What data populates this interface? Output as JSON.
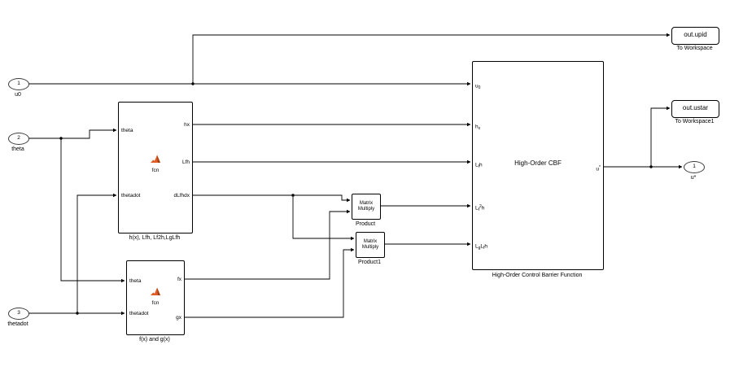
{
  "colors": {
    "background": "#ffffff",
    "wire": "#000000",
    "block_border": "#000000",
    "matlab_icon": "#df5c24",
    "matlab_icon_shade": "#a33c10"
  },
  "inports": [
    {
      "num": "1",
      "label": "u0"
    },
    {
      "num": "2",
      "label": "theta"
    },
    {
      "num": "3",
      "label": "thetadot"
    }
  ],
  "outports": [
    {
      "num": "1",
      "label": "u*"
    }
  ],
  "matlab_blocks": [
    {
      "icon_label": "fcn",
      "caption": "h(x), Lfh, Lf2h,LgLfh",
      "inputs": [
        "theta",
        "thetadot"
      ],
      "outputs": [
        "hx",
        "Lfh",
        "dLfhdx"
      ]
    },
    {
      "icon_label": "fcn",
      "caption": "f(x) and g(x)",
      "inputs": [
        "theta",
        "thetadot"
      ],
      "outputs": [
        "fx",
        "gx"
      ]
    }
  ],
  "products": [
    {
      "line1": "Matrix",
      "line2": "Multiply",
      "caption": "Product"
    },
    {
      "line1": "Matrix",
      "line2": "Multiply",
      "caption": "Product1"
    }
  ],
  "cbf": {
    "title": "High-Order CBF",
    "caption": "High-Order Control Barrier Function",
    "inputs": [
      {
        "base": "u",
        "sub": "0"
      },
      {
        "base": "h",
        "sub": "x"
      },
      {
        "base": "L",
        "sub": "f",
        "rest": "h"
      },
      {
        "base": "L",
        "sub": "f",
        "sup": "2",
        "rest": "h"
      },
      {
        "base": "L",
        "sub": "g",
        "rest": "L",
        "sub2": "f",
        "rest2": "h"
      }
    ],
    "output": {
      "base": "u",
      "sup": "*"
    }
  },
  "workspaces": [
    {
      "label": "out.upid",
      "caption": "To Workspace"
    },
    {
      "label": "out.ustar",
      "caption": "To Workspace1"
    }
  ]
}
